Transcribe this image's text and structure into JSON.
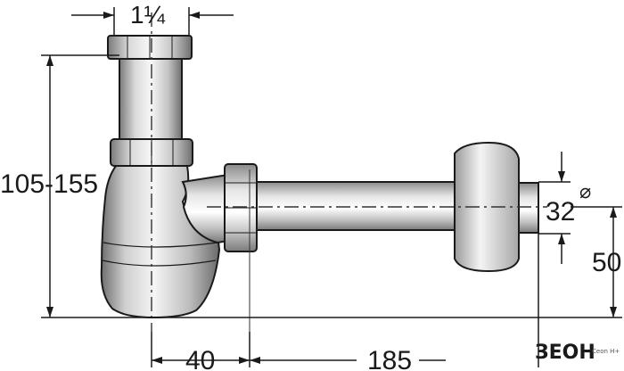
{
  "dimensions": {
    "inlet_size": "1¼",
    "height_range": "105-155",
    "outlet_diameter": "32",
    "diameter_symbol": "⌀",
    "outlet_height": "50",
    "trap_offset": "40",
    "pipe_length": "185"
  },
  "watermark": {
    "brand": "ЗЕОН",
    "sub": "Ceon H+"
  },
  "colors": {
    "outline": "#1a1a1a",
    "metal_light": "#f2f2f2",
    "metal_mid": "#c8c8c8",
    "metal_dark": "#8c8c8c",
    "centerline": "#333333"
  }
}
